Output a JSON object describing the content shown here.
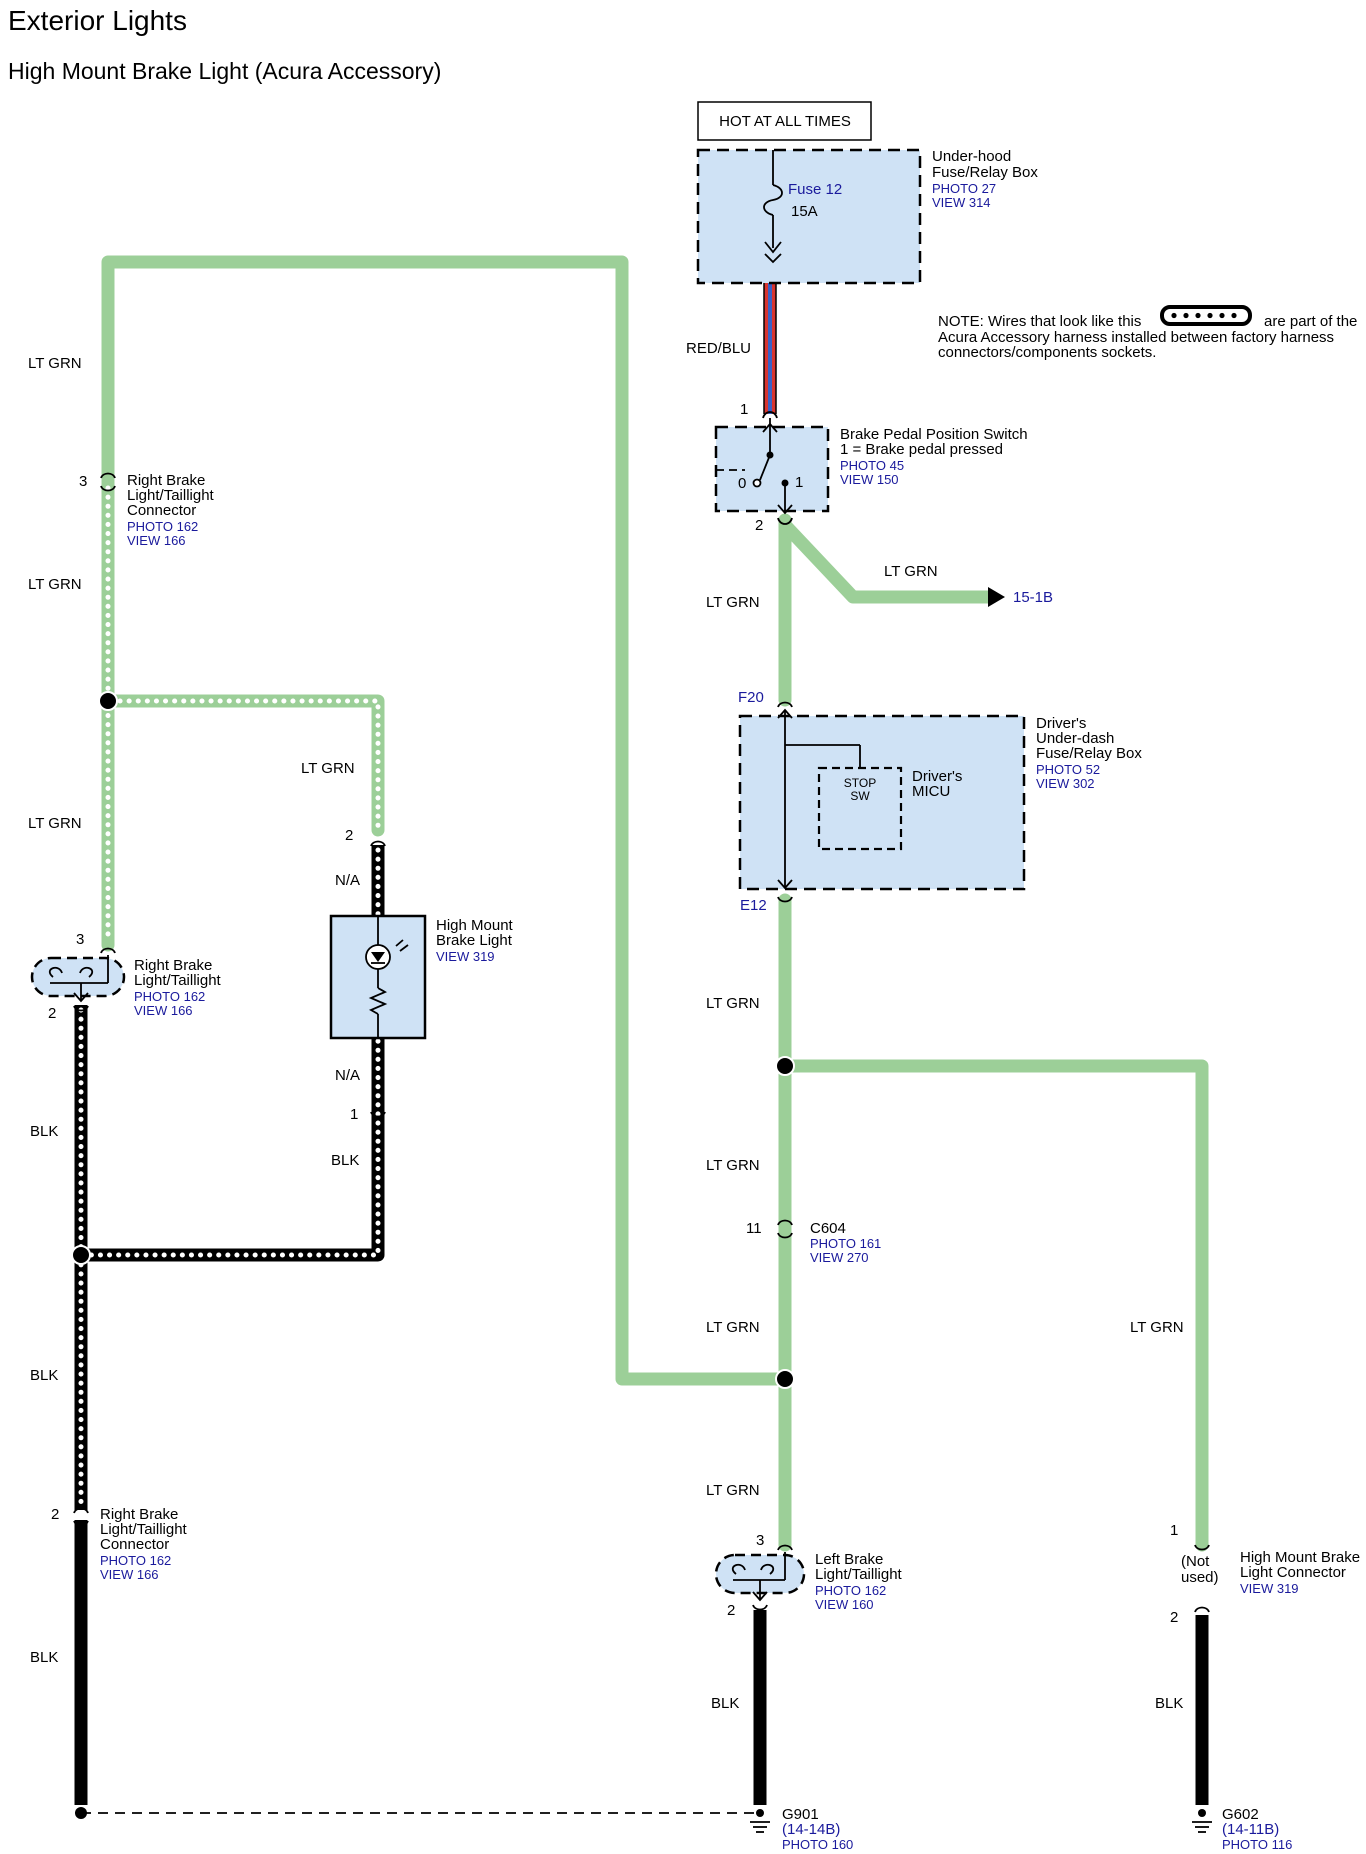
{
  "title": "Exterior Lights",
  "subtitle": "High Mount Brake Light (Acura Accessory)",
  "power": "HOT AT ALL TIMES",
  "fusebox": {
    "name1": "Under-hood",
    "name2": "Fuse/Relay Box",
    "photo": "PHOTO 27",
    "view": "VIEW 314",
    "fuse": "Fuse 12",
    "amp": "15A"
  },
  "note": {
    "line1a": "NOTE: Wires that look like this",
    "line1b": "are part of the",
    "line2": "Acura Accessory harness installed between factory harness",
    "line3": "connectors/components sockets."
  },
  "bpp_switch": {
    "name": "Brake Pedal Position Switch",
    "desc": "1 = Brake pedal pressed",
    "photo": "PHOTO 45",
    "view": "VIEW 150",
    "pin_in": "1",
    "pin_out": "2",
    "pos0": "0",
    "pos1": "1"
  },
  "branch_ref": "15-1B",
  "udbox": {
    "name1": "Driver's",
    "name2": "Under-dash",
    "name3": "Fuse/Relay Box",
    "photo": "PHOTO 52",
    "view": "VIEW 302",
    "micu1": "Driver's",
    "micu2": "MICU",
    "sw1": "STOP",
    "sw2": "SW",
    "pin_top": "F20",
    "pin_bot": "E12"
  },
  "c604": {
    "name": "C604",
    "pin": "11",
    "photo": "PHOTO 161",
    "view": "VIEW 270"
  },
  "rbc_top": {
    "pin": "3",
    "name1": "Right Brake",
    "name2": "Light/Taillight",
    "name3": "Connector",
    "photo": "PHOTO 162",
    "view": "VIEW 166"
  },
  "rbl": {
    "pin_top": "3",
    "pin_bot": "2",
    "name1": "Right Brake",
    "name2": "Light/Taillight",
    "photo": "PHOTO 162",
    "view": "VIEW 166"
  },
  "rbc_bot": {
    "pin": "2",
    "name1": "Right Brake",
    "name2": "Light/Taillight",
    "name3": "Connector",
    "photo": "PHOTO 162",
    "view": "VIEW 166"
  },
  "hmbl": {
    "name1": "High Mount",
    "name2": "Brake Light",
    "view": "VIEW 319",
    "pin_top": "2",
    "pin_bot": "1",
    "na": "N/A"
  },
  "lbl": {
    "pin_top": "3",
    "pin_bot": "2",
    "name1": "Left Brake",
    "name2": "Light/Taillight",
    "photo": "PHOTO 162",
    "view": "VIEW 160"
  },
  "hmbc": {
    "pin_top": "1",
    "pin_bot": "2",
    "nu1": "(Not",
    "nu2": "used)",
    "name1": "High Mount Brake",
    "name2": "Light Connector",
    "view": "VIEW 319"
  },
  "g901": {
    "name": "G901",
    "ref": "(14-14B)",
    "photo": "PHOTO 160"
  },
  "g602": {
    "name": "G602",
    "ref": "(14-11B)",
    "photo": "PHOTO 116"
  },
  "wires": {
    "red_blu": "RED/BLU",
    "lt_grn": "LT GRN",
    "blk": "BLK"
  },
  "colors": {
    "lt_grn_wire": "#9ccf98",
    "component_fill": "#cfe2f5",
    "ref_text": "#1a1a9c"
  }
}
